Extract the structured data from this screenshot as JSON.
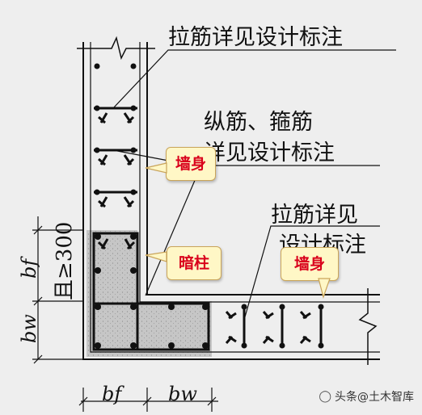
{
  "labels": {
    "tie_bar_top": "拉筋详见设计标注",
    "long_bar_line1": "纵筋、箍筋",
    "long_bar_line2": "详见设计标注",
    "tie_bar_right_line1": "拉筋详见",
    "tie_bar_right_line2": "设计标注",
    "dim_bf_left": "bf",
    "dim_bw_left": "bw",
    "dim_condition": "且≥300",
    "dim_bf_bottom": "bf",
    "dim_bw_bottom": "bw"
  },
  "callouts": {
    "wall_body_upper": "墙身",
    "concealed_column": "暗柱",
    "wall_body_right": "墙身"
  },
  "watermark": {
    "icon": "chat-bubble-icon",
    "text": "头条@土木智库"
  },
  "colors": {
    "column_fill": "#c4c4c4",
    "callout_text": "#d9001b",
    "callout_bg": "#fff7c6"
  }
}
